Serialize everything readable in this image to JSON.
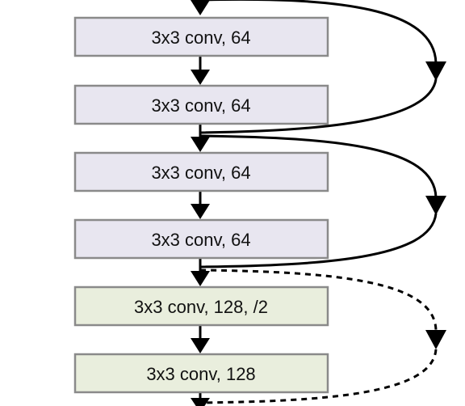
{
  "layers": [
    {
      "label": "3x3 conv, 64",
      "fill": "#e8e6f0"
    },
    {
      "label": "3x3 conv, 64",
      "fill": "#e8e6f0"
    },
    {
      "label": "3x3 conv, 64",
      "fill": "#e8e6f0"
    },
    {
      "label": "3x3 conv, 64",
      "fill": "#e8e6f0"
    },
    {
      "label": "3x3 conv, 128, /2",
      "fill": "#e9eedd"
    },
    {
      "label": "3x3 conv, 128",
      "fill": "#e9eedd"
    }
  ],
  "shortcuts": [
    {
      "style": "solid",
      "from_layer": 0,
      "to_layer": 2
    },
    {
      "style": "solid",
      "from_layer": 2,
      "to_layer": 4
    },
    {
      "style": "dashed",
      "from_layer": 4,
      "to_layer": 6
    }
  ],
  "colors": {
    "box_border": "#8a8a8a",
    "line": "#000000"
  }
}
